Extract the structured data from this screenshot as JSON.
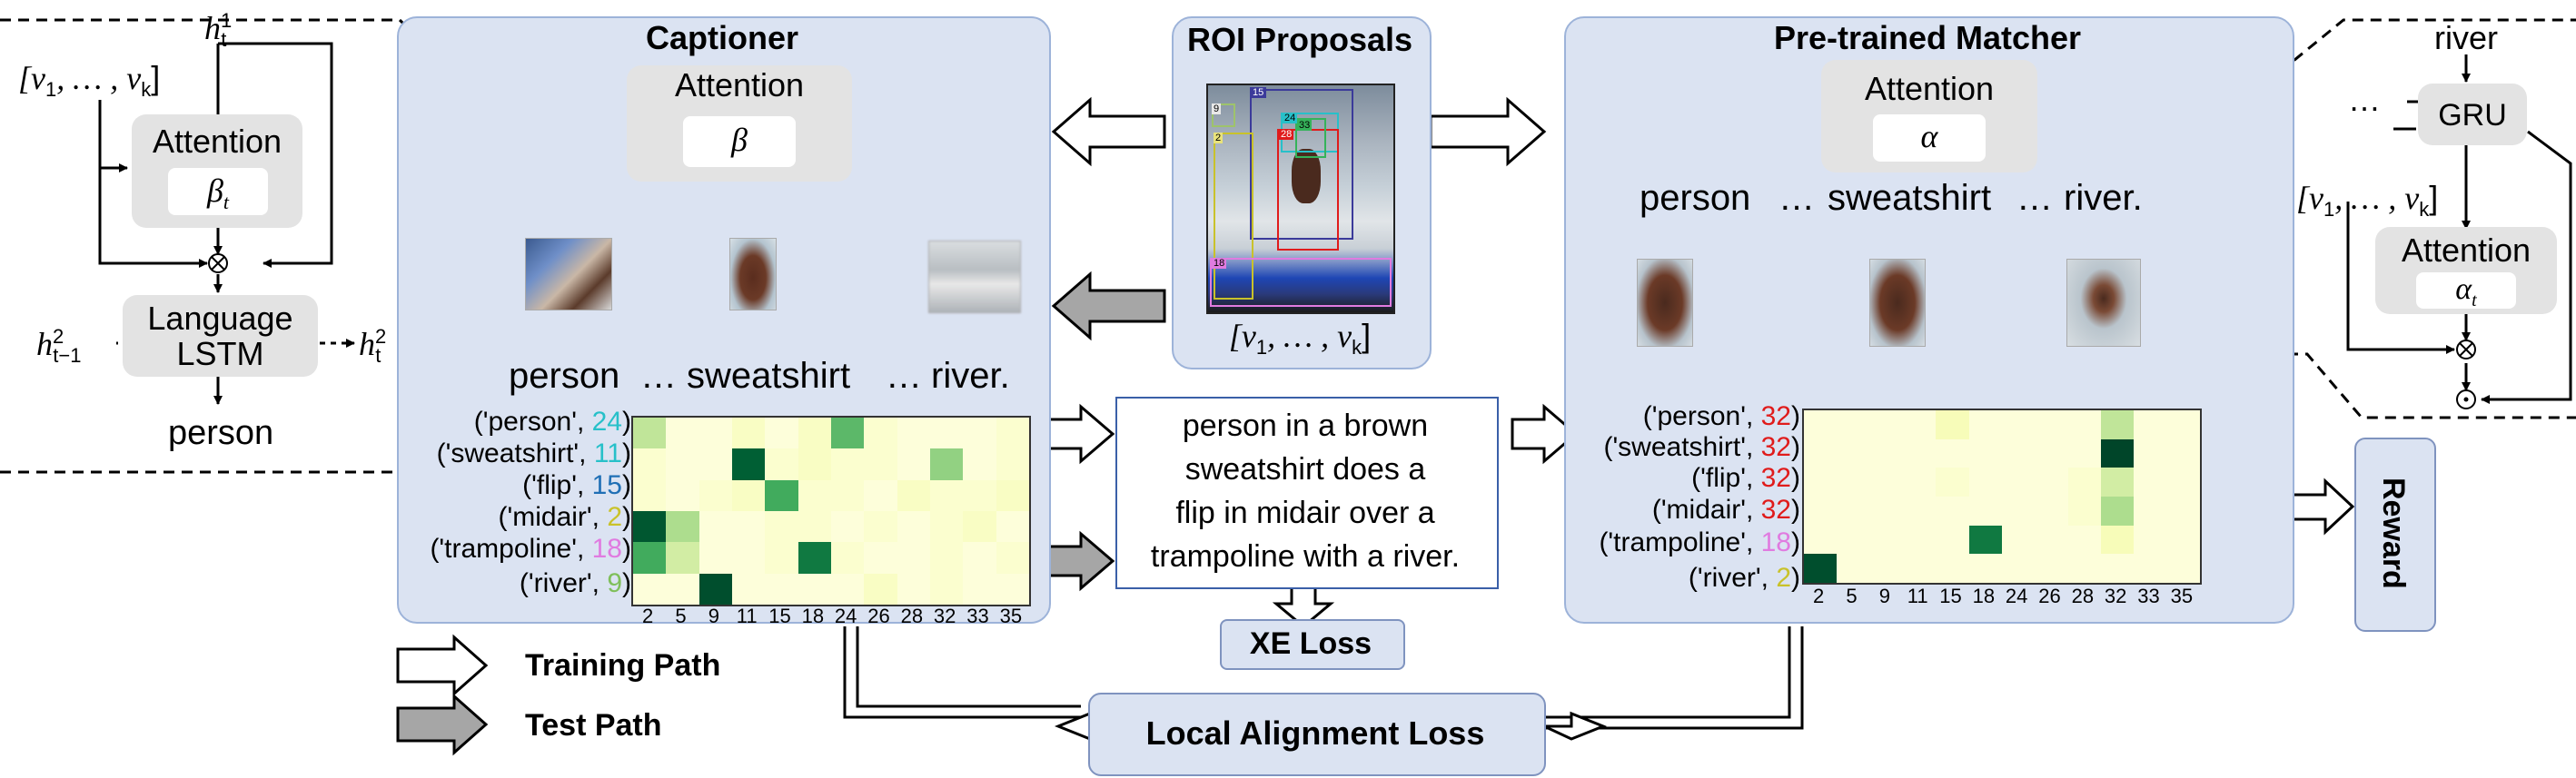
{
  "lstm": {
    "ht1": "h",
    "ht1_sup": "1",
    "ht1_sub": "t",
    "v_list": "[v",
    "v_list_rest": "1",
    "v_list_mid": ", … , v",
    "v_list_k": "k",
    "v_list_end": "]",
    "attention": "Attention",
    "beta_t": "β",
    "beta_t_sub": "t",
    "language": "Language",
    "lstm": "LSTM",
    "h_prev": "h",
    "h_prev_sup": "2",
    "h_prev_sub": "t−1",
    "h_next": "h",
    "h_next_sup": "2",
    "h_next_sub": "t",
    "output": "person"
  },
  "captioner": {
    "title": "Captioner",
    "attention": "Attention",
    "beta": "β",
    "words": [
      "person",
      "…",
      "sweatshirt",
      "…",
      "river."
    ],
    "row_words": [
      "('person', ",
      "('sweatshirt', ",
      "('flip', ",
      "('midair', ",
      "('trampoline', ",
      "('river', "
    ],
    "row_nums": [
      "24",
      "11",
      "15",
      "2",
      "18",
      "9"
    ],
    "row_colors": [
      "#27c0c9",
      "#27c0c9",
      "#1f6fb5",
      "#c9c22a",
      "#e07be0",
      "#7fbf5a"
    ],
    "x_ticks": [
      "2",
      "5",
      "9",
      "11",
      "15",
      "18",
      "24",
      "26",
      "28",
      "32",
      "33",
      "35"
    ],
    "heat": [
      [
        0.35,
        0.05,
        0.05,
        0.15,
        0.05,
        0.15,
        0.55,
        0.1,
        0.05,
        0.05,
        0.05,
        0.1
      ],
      [
        0.1,
        0.05,
        0.05,
        0.85,
        0.1,
        0.15,
        0.1,
        0.1,
        0.05,
        0.45,
        0.05,
        0.1
      ],
      [
        0.1,
        0.05,
        0.1,
        0.15,
        0.6,
        0.1,
        0.1,
        0.05,
        0.15,
        0.1,
        0.1,
        0.15
      ],
      [
        0.9,
        0.4,
        0.05,
        0.05,
        0.1,
        0.1,
        0.05,
        0.1,
        0.05,
        0.1,
        0.15,
        0.05
      ],
      [
        0.6,
        0.3,
        0.05,
        0.05,
        0.1,
        0.75,
        0.1,
        0.05,
        0.05,
        0.1,
        0.05,
        0.1
      ],
      [
        0.05,
        0.05,
        0.95,
        0.05,
        0.05,
        0.05,
        0.05,
        0.15,
        0.05,
        0.1,
        0.05,
        0.05
      ]
    ]
  },
  "roi": {
    "title": "ROI Proposals",
    "caption": "[v",
    "caption_1": "1",
    "caption_mid": ", … , v",
    "caption_k": "k",
    "caption_end": "]",
    "box_labels": [
      "15",
      "9",
      "24",
      "2",
      "33",
      "28",
      "18"
    ]
  },
  "sentence": {
    "lines": [
      "person in  a brown",
      "sweatshirt does a",
      "flip in midair over a",
      "trampoline with a river."
    ]
  },
  "xe_loss": "XE Loss",
  "local_alignment_loss": "Local Alignment Loss",
  "legend": {
    "training": "Training Path",
    "test": "Test Path"
  },
  "matcher": {
    "title": "Pre-trained Matcher",
    "attention": "Attention",
    "alpha": "α",
    "words": [
      "person",
      "…",
      "sweatshirt",
      "…",
      "river."
    ],
    "row_words": [
      "('person', ",
      "('sweatshirt', ",
      "('flip', ",
      "('midair', ",
      "('trampoline', ",
      "('river', "
    ],
    "row_nums": [
      "32",
      "32",
      "32",
      "32",
      "18",
      "2"
    ],
    "row_colors": [
      "#e01b1b",
      "#e01b1b",
      "#e01b1b",
      "#e01b1b",
      "#e07be0",
      "#c9c22a"
    ],
    "x_ticks": [
      "2",
      "5",
      "9",
      "11",
      "15",
      "18",
      "24",
      "26",
      "28",
      "32",
      "33",
      "35"
    ],
    "heat": [
      [
        0.05,
        0.05,
        0.05,
        0.05,
        0.2,
        0.05,
        0.05,
        0.05,
        0.05,
        0.35,
        0.05,
        0.05
      ],
      [
        0.05,
        0.05,
        0.05,
        0.05,
        0.05,
        0.05,
        0.05,
        0.05,
        0.05,
        1.0,
        0.05,
        0.05
      ],
      [
        0.05,
        0.05,
        0.05,
        0.05,
        0.1,
        0.05,
        0.05,
        0.05,
        0.1,
        0.3,
        0.05,
        0.05
      ],
      [
        0.05,
        0.05,
        0.05,
        0.05,
        0.05,
        0.05,
        0.05,
        0.05,
        0.1,
        0.4,
        0.05,
        0.05
      ],
      [
        0.05,
        0.05,
        0.05,
        0.05,
        0.05,
        0.75,
        0.05,
        0.05,
        0.05,
        0.2,
        0.05,
        0.05
      ],
      [
        0.95,
        0.05,
        0.05,
        0.05,
        0.05,
        0.05,
        0.05,
        0.05,
        0.05,
        0.05,
        0.05,
        0.05
      ]
    ]
  },
  "gru": {
    "river": "river",
    "dots": "…",
    "gru": "GRU",
    "v_list": "[v",
    "v_list_1": "1",
    "v_list_mid": ", … , v",
    "v_list_k": "k",
    "v_list_end": "]",
    "attention": "Attention",
    "alpha_t": "α",
    "alpha_t_sub": "t"
  },
  "reward": "Reward"
}
